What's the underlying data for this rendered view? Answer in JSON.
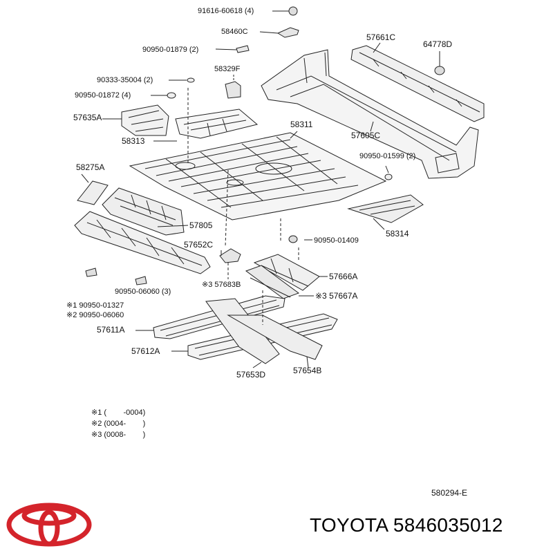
{
  "labels": {
    "p91616": "91616-60618 (4)",
    "p58460c": "58460C",
    "p90950_01879": "90950-01879 (2)",
    "p90333": "90333-35004 (2)",
    "p58329f": "58329F",
    "p90950_01872": "90950-01872 (4)",
    "p57635a": "57635A",
    "p58313": "58313",
    "p58311": "58311",
    "p58275a": "58275A",
    "p57805": "57805",
    "p57652c": "57652C",
    "p90950_06060": "90950-06060 (3)",
    "p57683b": "※3 57683B",
    "p90950_01327": "※1 90950-01327",
    "p90950_06060b": "※2 90950-06060",
    "p57611a": "57611A",
    "p57612a": "57612A",
    "p57653d": "57653D",
    "p57654b": "57654B",
    "p57661c": "57661C",
    "p64778d": "64778D",
    "p57605c": "57605C",
    "p90950_01599": "90950-01599 (2)",
    "p58314": "58314",
    "p90950_01409": "90950-01409",
    "p57666a": "57666A",
    "p57667a": "※3 57667A"
  },
  "legend": [
    "※1 (        -0004)",
    "※2 (0004-        )",
    "※3 (0008-        )"
  ],
  "diagram_code": "580294-E",
  "footer_title": "TOYOTA 5846035012",
  "colors": {
    "logo_red": "#d4242b",
    "ink": "#111111"
  }
}
